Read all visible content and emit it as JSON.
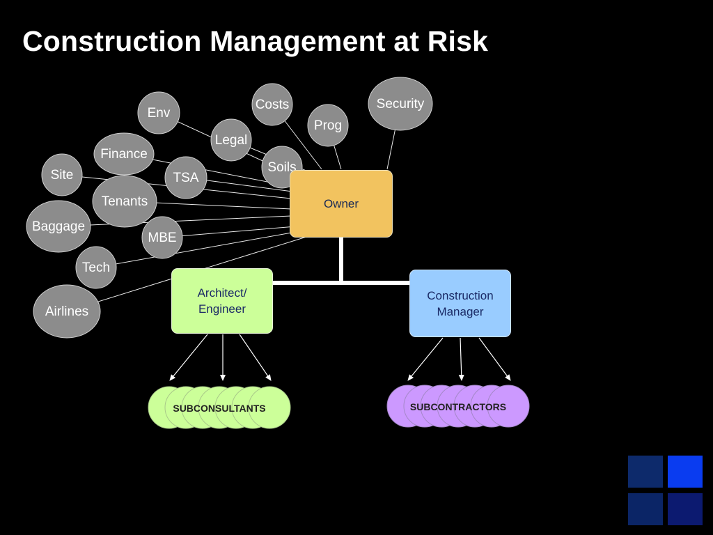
{
  "title": "Construction Management at Risk",
  "stakeholders": [
    "Security",
    "Costs",
    "Prog",
    "Env",
    "Legal",
    "Soils",
    "Finance",
    "TSA",
    "Site",
    "Tenants",
    "Baggage",
    "MBE",
    "Tech",
    "Airlines"
  ],
  "owner": "Owner",
  "architect_engineer": [
    "Architect/",
    "Engineer"
  ],
  "construction_manager": [
    "Construction",
    "Manager"
  ],
  "subconsultants": "SUBCONSULTANTS",
  "subcontractors": "SUBCONTRACTORS",
  "colors": {
    "owner": "#f2c35f",
    "architect_engineer": "#ccff99",
    "construction_manager": "#99ccff",
    "subconsultants": "#ccff99",
    "subcontractors": "#cc99ff",
    "stakeholder": "#8c8c8c"
  }
}
